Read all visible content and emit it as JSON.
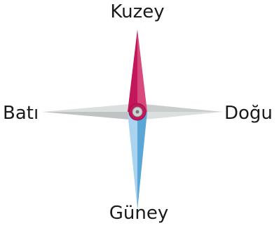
{
  "compass": {
    "north": "Kuzey",
    "south": "Güney",
    "west": "Batı",
    "east": "Doğu"
  },
  "colors": {
    "north_needle_dark": "#c2185b",
    "north_needle_light": "#d94a7c",
    "south_needle_dark": "#5aa6d6",
    "south_needle_light": "#a9d3ef",
    "east_west_dark": "#b9bdbd",
    "east_west_light": "#d9dcdc",
    "label": "#1a1a1a"
  }
}
